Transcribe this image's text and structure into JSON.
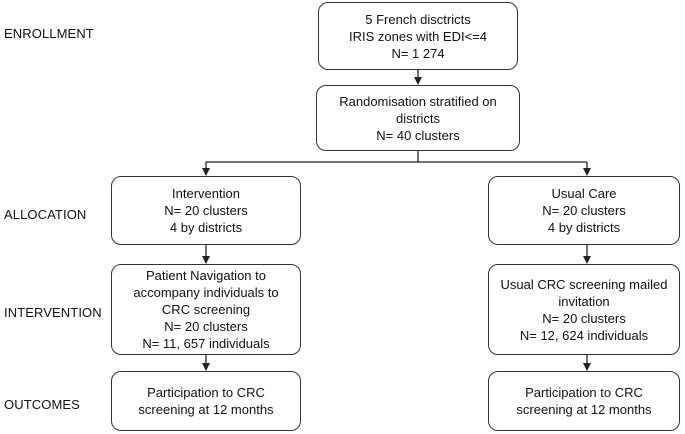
{
  "stages": {
    "enrollment": "ENROLLMENT",
    "allocation": "ALLOCATION",
    "intervention": "INTERVENTION",
    "outcomes": "OUTCOMES"
  },
  "boxes": {
    "enrollment": [
      "5 French disctricts",
      "IRIS zones with EDI<=4",
      "N= 1 274"
    ],
    "randomisation": [
      "Randomisation stratified on",
      "districts",
      "N= 40 clusters"
    ],
    "allocation_intervention": [
      "Intervention",
      "N= 20 clusters",
      "4 by districts"
    ],
    "allocation_usual_care": [
      "Usual Care",
      "N= 20 clusters",
      "4 by districts"
    ],
    "intervention_patient_navigation": [
      "Patient Navigation to",
      "accompany individuals to",
      "CRC screening",
      "N= 20 clusters",
      "N= 11, 657 individuals"
    ],
    "intervention_usual_screening": [
      "Usual CRC screening mailed",
      "invitation",
      "N= 20 clusters",
      "N=  12,  624 individuals"
    ],
    "outcome_intervention": [
      "Participation to CRC",
      "screening at 12 months"
    ],
    "outcome_usual_care": [
      "Participation to  CRC",
      "screening at 12 months"
    ]
  }
}
